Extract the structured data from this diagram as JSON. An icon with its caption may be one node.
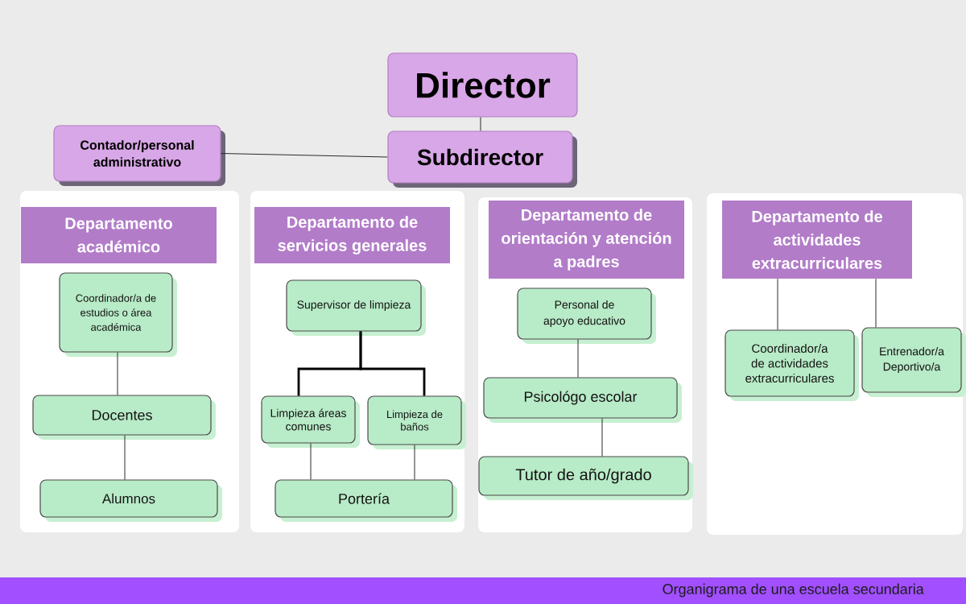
{
  "diagram": {
    "caption": "Organigrama de una escuela secundaria",
    "nodes": [
      {
        "text": [
          "Director"
        ]
      },
      {
        "text": [
          "Contador/personal administrativo"
        ]
      },
      {
        "text": [
          "Subdirector"
        ]
      },
      {
        "text": [],
        "shape": "box"
      },
      {
        "text": [
          "Departamento académico"
        ],
        "in": 3
      },
      {
        "text": [
          "Coordinador/a de estudios o área académica"
        ],
        "in": 3
      },
      {
        "text": [
          "Docentes"
        ],
        "in": 3
      },
      {
        "text": [
          "Alumnos"
        ],
        "in": 3
      },
      {
        "text": [],
        "shape": "box"
      },
      {
        "text": [
          "Departamento de servicios generales"
        ],
        "in": 8
      },
      {
        "text": [
          "Supervisor de limpieza"
        ],
        "in": 8
      },
      {
        "text": [
          "Limpieza áreas comunes"
        ],
        "in": 8
      },
      {
        "text": [
          "Limpieza de baños"
        ],
        "in": 8
      },
      {
        "text": [
          "Portería"
        ],
        "in": 8
      },
      {
        "text": [],
        "shape": "box"
      },
      {
        "text": [
          "Departamento de orientación y atención a padres"
        ],
        "in": 14
      },
      {
        "text": [
          "Personal de apoyo educativo"
        ],
        "in": 14
      },
      {
        "text": [
          "Psicológo escolar"
        ],
        "in": 14
      },
      {
        "text": [
          "Tutor de año/grado"
        ],
        "in": 14
      },
      {
        "text": [],
        "shape": "box"
      },
      {
        "text": [
          "Departamento de actividades extracurriculares"
        ],
        "in": 19
      },
      {
        "text": [
          "Coordinador/a de actividades extracurriculares"
        ],
        "in": 19
      },
      {
        "text": [
          "Entrenador/a Deportivo/a"
        ],
        "in": 19
      }
    ],
    "edges": [
      {
        "from": 0,
        "to": 2,
        "arrow": "none"
      },
      {
        "from": 1,
        "to": 2,
        "arrow": "none"
      },
      {
        "from": 5,
        "to": 6,
        "arrow": "none"
      },
      {
        "from": 6,
        "to": 7,
        "arrow": "none"
      },
      {
        "from": 10,
        "to": 11,
        "arrow": "none",
        "style": "thick"
      },
      {
        "from": 10,
        "to": 12,
        "arrow": "none",
        "style": "thick"
      },
      {
        "from": 11,
        "to": 13,
        "arrow": "none"
      },
      {
        "from": 12,
        "to": 13,
        "arrow": "none"
      },
      {
        "from": 16,
        "to": 17,
        "arrow": "none"
      },
      {
        "from": 17,
        "to": 18,
        "arrow": "none"
      },
      {
        "from": 20,
        "to": 21,
        "arrow": "none"
      },
      {
        "from": 20,
        "to": 22,
        "arrow": "none"
      }
    ]
  }
}
